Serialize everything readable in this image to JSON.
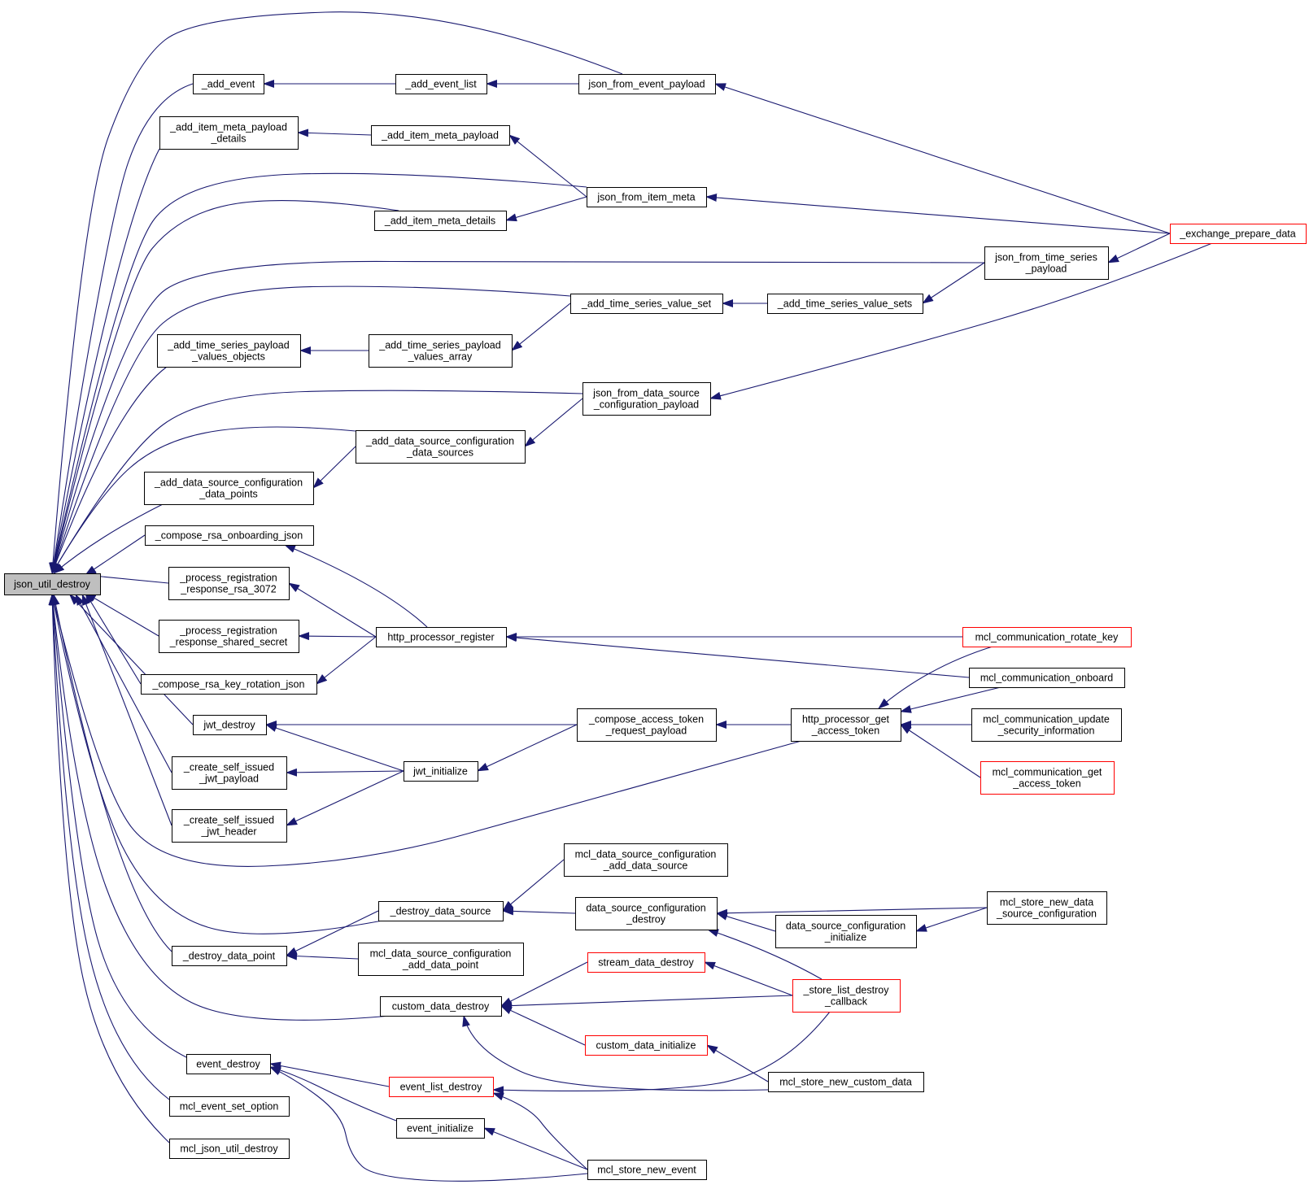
{
  "diagram": {
    "type": "call-graph",
    "colors": {
      "edge": "#191970",
      "node_border": "#000000",
      "node_border_truncated": "#ff0000",
      "root_fill": "#bfbfbf"
    },
    "nodes": [
      {
        "id": "json_util_destroy",
        "lines": [
          "json_util_destroy"
        ],
        "root": true
      },
      {
        "id": "add_event",
        "lines": [
          "_add_event"
        ]
      },
      {
        "id": "add_event_list",
        "lines": [
          "_add_event_list"
        ]
      },
      {
        "id": "json_from_event_payload",
        "lines": [
          "json_from_event_payload"
        ]
      },
      {
        "id": "add_item_meta_payload_details",
        "lines": [
          "_add_item_meta_payload",
          "_details"
        ]
      },
      {
        "id": "add_item_meta_payload",
        "lines": [
          "_add_item_meta_payload"
        ]
      },
      {
        "id": "json_from_item_meta",
        "lines": [
          "json_from_item_meta"
        ]
      },
      {
        "id": "add_item_meta_details",
        "lines": [
          "_add_item_meta_details"
        ]
      },
      {
        "id": "exchange_prepare_data",
        "lines": [
          "_exchange_prepare_data"
        ],
        "red": true
      },
      {
        "id": "json_from_time_series_payload",
        "lines": [
          "json_from_time_series",
          "_payload"
        ]
      },
      {
        "id": "add_time_series_value_set",
        "lines": [
          "_add_time_series_value_set"
        ]
      },
      {
        "id": "add_time_series_value_sets",
        "lines": [
          "_add_time_series_value_sets"
        ]
      },
      {
        "id": "add_ts_payload_values_objects",
        "lines": [
          "_add_time_series_payload",
          "_values_objects"
        ]
      },
      {
        "id": "add_ts_payload_values_array",
        "lines": [
          "_add_time_series_payload",
          "_values_array"
        ]
      },
      {
        "id": "json_from_ds_config_payload",
        "lines": [
          "json_from_data_source",
          "_configuration_payload"
        ]
      },
      {
        "id": "add_ds_config_data_sources",
        "lines": [
          "_add_data_source_configuration",
          "_data_sources"
        ]
      },
      {
        "id": "add_ds_config_data_points",
        "lines": [
          "_add_data_source_configuration",
          "_data_points"
        ]
      },
      {
        "id": "compose_rsa_onboarding_json",
        "lines": [
          "_compose_rsa_onboarding_json"
        ]
      },
      {
        "id": "process_reg_rsa_3072",
        "lines": [
          "_process_registration",
          "_response_rsa_3072"
        ]
      },
      {
        "id": "process_reg_shared_secret",
        "lines": [
          "_process_registration",
          "_response_shared_secret"
        ]
      },
      {
        "id": "compose_rsa_key_rotation_json",
        "lines": [
          "_compose_rsa_key_rotation_json"
        ]
      },
      {
        "id": "http_processor_register",
        "lines": [
          "http_processor_register"
        ]
      },
      {
        "id": "mcl_communication_rotate_key",
        "lines": [
          "mcl_communication_rotate_key"
        ],
        "red": true
      },
      {
        "id": "mcl_communication_onboard",
        "lines": [
          "mcl_communication_onboard"
        ]
      },
      {
        "id": "jwt_destroy",
        "lines": [
          "jwt_destroy"
        ]
      },
      {
        "id": "compose_access_token_request_payload",
        "lines": [
          "_compose_access_token",
          "_request_payload"
        ]
      },
      {
        "id": "http_processor_get_access_token",
        "lines": [
          "http_processor_get",
          "_access_token"
        ]
      },
      {
        "id": "mcl_communication_update_security_information",
        "lines": [
          "mcl_communication_update",
          "_security_information"
        ]
      },
      {
        "id": "create_self_issued_jwt_payload",
        "lines": [
          "_create_self_issued",
          "_jwt_payload"
        ]
      },
      {
        "id": "jwt_initialize",
        "lines": [
          "jwt_initialize"
        ]
      },
      {
        "id": "mcl_communication_get_access_token",
        "lines": [
          "mcl_communication_get",
          "_access_token"
        ],
        "red": true
      },
      {
        "id": "create_self_issued_jwt_header",
        "lines": [
          "_create_self_issued",
          "_jwt_header"
        ]
      },
      {
        "id": "mcl_ds_config_add_data_source",
        "lines": [
          "mcl_data_source_configuration",
          "_add_data_source"
        ]
      },
      {
        "id": "destroy_data_source",
        "lines": [
          "_destroy_data_source"
        ]
      },
      {
        "id": "ds_config_destroy",
        "lines": [
          "data_source_configuration",
          "_destroy"
        ]
      },
      {
        "id": "mcl_store_new_data_source_configuration",
        "lines": [
          "mcl_store_new_data",
          "_source_configuration"
        ]
      },
      {
        "id": "ds_config_initialize",
        "lines": [
          "data_source_configuration",
          "_initialize"
        ]
      },
      {
        "id": "destroy_data_point",
        "lines": [
          "_destroy_data_point"
        ]
      },
      {
        "id": "mcl_ds_config_add_data_point",
        "lines": [
          "mcl_data_source_configuration",
          "_add_data_point"
        ]
      },
      {
        "id": "stream_data_destroy",
        "lines": [
          "stream_data_destroy"
        ],
        "red": true
      },
      {
        "id": "custom_data_destroy",
        "lines": [
          "custom_data_destroy"
        ]
      },
      {
        "id": "store_list_destroy_callback",
        "lines": [
          "_store_list_destroy",
          "_callback"
        ],
        "red": true
      },
      {
        "id": "custom_data_initialize",
        "lines": [
          "custom_data_initialize"
        ],
        "red": true
      },
      {
        "id": "event_destroy",
        "lines": [
          "event_destroy"
        ]
      },
      {
        "id": "mcl_store_new_custom_data",
        "lines": [
          "mcl_store_new_custom_data"
        ]
      },
      {
        "id": "event_list_destroy",
        "lines": [
          "event_list_destroy"
        ],
        "red": true
      },
      {
        "id": "mcl_event_set_option",
        "lines": [
          "mcl_event_set_option"
        ]
      },
      {
        "id": "event_initialize",
        "lines": [
          "event_initialize"
        ]
      },
      {
        "id": "mcl_json_util_destroy",
        "lines": [
          "mcl_json_util_destroy"
        ]
      },
      {
        "id": "mcl_store_new_event",
        "lines": [
          "mcl_store_new_event"
        ]
      }
    ],
    "edges": [
      [
        "add_event",
        "json_util_destroy"
      ],
      [
        "json_from_event_payload",
        "json_util_destroy"
      ],
      [
        "add_item_meta_payload_details",
        "json_util_destroy"
      ],
      [
        "json_from_item_meta",
        "json_util_destroy"
      ],
      [
        "add_item_meta_details",
        "json_util_destroy"
      ],
      [
        "json_from_time_series_payload",
        "json_util_destroy"
      ],
      [
        "add_time_series_value_set",
        "json_util_destroy"
      ],
      [
        "add_ts_payload_values_objects",
        "json_util_destroy"
      ],
      [
        "json_from_ds_config_payload",
        "json_util_destroy"
      ],
      [
        "add_ds_config_data_sources",
        "json_util_destroy"
      ],
      [
        "add_ds_config_data_points",
        "json_util_destroy"
      ],
      [
        "compose_rsa_onboarding_json",
        "json_util_destroy"
      ],
      [
        "process_reg_rsa_3072",
        "json_util_destroy"
      ],
      [
        "process_reg_shared_secret",
        "json_util_destroy"
      ],
      [
        "compose_rsa_key_rotation_json",
        "json_util_destroy"
      ],
      [
        "jwt_destroy",
        "json_util_destroy"
      ],
      [
        "create_self_issued_jwt_payload",
        "json_util_destroy"
      ],
      [
        "create_self_issued_jwt_header",
        "json_util_destroy"
      ],
      [
        "http_processor_get_access_token",
        "json_util_destroy"
      ],
      [
        "destroy_data_source",
        "json_util_destroy"
      ],
      [
        "destroy_data_point",
        "json_util_destroy"
      ],
      [
        "custom_data_destroy",
        "json_util_destroy"
      ],
      [
        "event_destroy",
        "json_util_destroy"
      ],
      [
        "mcl_event_set_option",
        "json_util_destroy"
      ],
      [
        "mcl_json_util_destroy",
        "json_util_destroy"
      ],
      [
        "add_event_list",
        "add_event"
      ],
      [
        "json_from_event_payload",
        "add_event_list"
      ],
      [
        "exchange_prepare_data",
        "json_from_event_payload"
      ],
      [
        "add_item_meta_payload",
        "add_item_meta_payload_details"
      ],
      [
        "json_from_item_meta",
        "add_item_meta_payload"
      ],
      [
        "json_from_item_meta",
        "add_item_meta_details"
      ],
      [
        "exchange_prepare_data",
        "json_from_item_meta"
      ],
      [
        "exchange_prepare_data",
        "json_from_time_series_payload"
      ],
      [
        "json_from_time_series_payload",
        "add_time_series_value_sets"
      ],
      [
        "add_time_series_value_sets",
        "add_time_series_value_set"
      ],
      [
        "add_time_series_value_set",
        "add_ts_payload_values_array"
      ],
      [
        "add_ts_payload_values_array",
        "add_ts_payload_values_objects"
      ],
      [
        "exchange_prepare_data",
        "json_from_ds_config_payload"
      ],
      [
        "json_from_ds_config_payload",
        "add_ds_config_data_sources"
      ],
      [
        "add_ds_config_data_sources",
        "add_ds_config_data_points"
      ],
      [
        "http_processor_register",
        "compose_rsa_onboarding_json"
      ],
      [
        "http_processor_register",
        "process_reg_rsa_3072"
      ],
      [
        "http_processor_register",
        "process_reg_shared_secret"
      ],
      [
        "http_processor_register",
        "compose_rsa_key_rotation_json"
      ],
      [
        "mcl_communication_rotate_key",
        "http_processor_register"
      ],
      [
        "mcl_communication_onboard",
        "http_processor_register"
      ],
      [
        "mcl_communication_rotate_key",
        "http_processor_get_access_token"
      ],
      [
        "mcl_communication_onboard",
        "http_processor_get_access_token"
      ],
      [
        "mcl_communication_update_security_information",
        "http_processor_get_access_token"
      ],
      [
        "mcl_communication_get_access_token",
        "http_processor_get_access_token"
      ],
      [
        "http_processor_get_access_token",
        "compose_access_token_request_payload"
      ],
      [
        "compose_access_token_request_payload",
        "jwt_destroy"
      ],
      [
        "compose_access_token_request_payload",
        "jwt_initialize"
      ],
      [
        "jwt_initialize",
        "jwt_destroy"
      ],
      [
        "jwt_initialize",
        "create_self_issued_jwt_payload"
      ],
      [
        "jwt_initialize",
        "create_self_issued_jwt_header"
      ],
      [
        "mcl_ds_config_add_data_source",
        "destroy_data_source"
      ],
      [
        "ds_config_destroy",
        "destroy_data_source"
      ],
      [
        "mcl_store_new_data_source_configuration",
        "ds_config_destroy"
      ],
      [
        "ds_config_initialize",
        "ds_config_destroy"
      ],
      [
        "store_list_destroy_callback",
        "ds_config_destroy"
      ],
      [
        "mcl_store_new_data_source_configuration",
        "ds_config_initialize"
      ],
      [
        "destroy_data_source",
        "destroy_data_point"
      ],
      [
        "mcl_ds_config_add_data_point",
        "destroy_data_point"
      ],
      [
        "stream_data_destroy",
        "custom_data_destroy"
      ],
      [
        "store_list_destroy_callback",
        "custom_data_destroy"
      ],
      [
        "custom_data_initialize",
        "custom_data_destroy"
      ],
      [
        "mcl_store_new_custom_data",
        "custom_data_destroy"
      ],
      [
        "store_list_destroy_callback",
        "stream_data_destroy"
      ],
      [
        "mcl_store_new_custom_data",
        "custom_data_initialize"
      ],
      [
        "event_list_destroy",
        "event_destroy"
      ],
      [
        "event_initialize",
        "event_destroy"
      ],
      [
        "mcl_store_new_event",
        "event_destroy"
      ],
      [
        "store_list_destroy_callback",
        "event_list_destroy"
      ],
      [
        "mcl_store_new_event",
        "event_list_destroy"
      ],
      [
        "mcl_store_new_event",
        "event_initialize"
      ]
    ]
  }
}
